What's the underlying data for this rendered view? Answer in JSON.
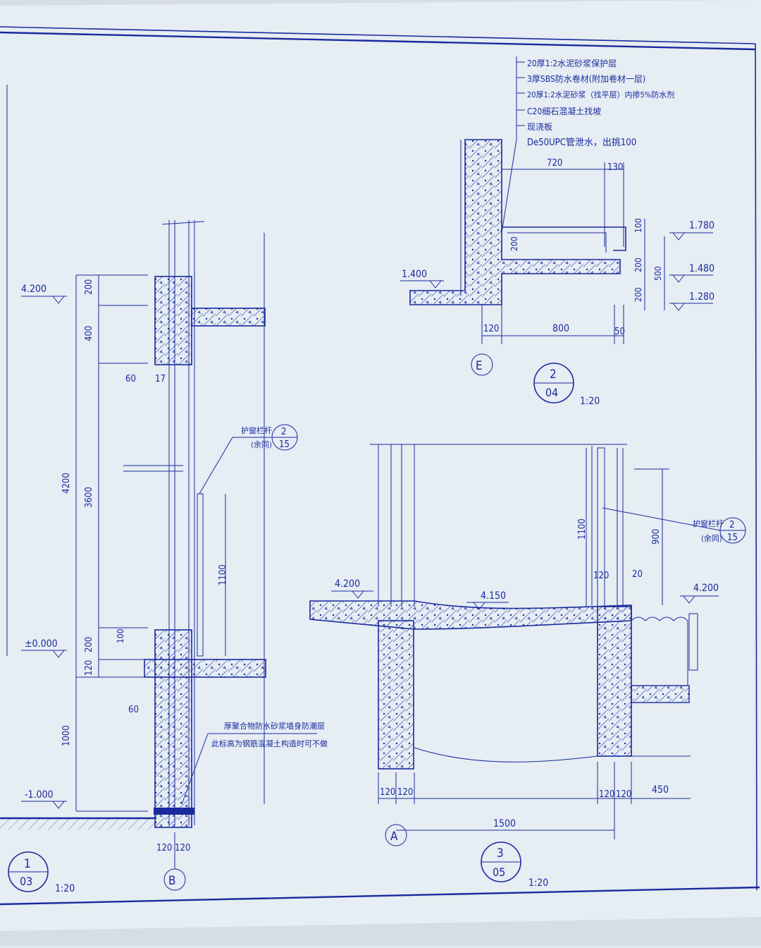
{
  "colors": {
    "paper": "#e8eef4",
    "ink": "#1a2a9e",
    "background": "#d9dfe6"
  },
  "detail1": {
    "elev_top": "4.200",
    "elev_zero": "±0.000",
    "elev_bottom": "-1.000",
    "dims_vertical": [
      "200",
      "400",
      "4200",
      "3600",
      "1100",
      "100",
      "200",
      "120",
      "1000"
    ],
    "dims_small": [
      "60",
      "17",
      "60"
    ],
    "dims_bottom": [
      "120",
      "120"
    ],
    "note_rail": "护窗栏杆",
    "note_rail_sub": "(余同)",
    "ref_top": "2",
    "ref_bottom": "15",
    "note_wp_1": "厚聚合物防水砂浆墙身防潮层",
    "note_wp_2": "此标高为钢筋混凝土构造时可不做",
    "axis": "B",
    "title_top": "1",
    "title_bottom": "03",
    "scale": "1:20"
  },
  "detail2": {
    "layers": [
      "20厚1:2水泥砂浆保护层",
      "3厚SBS防水卷材(附加卷材一层)",
      "20厚1:2水泥砂浆（找平层）内掺5%防水剂",
      "C20细石混凝土找坡",
      "现浇板",
      "De50UPC管泄水，出挑100"
    ],
    "dims_top": [
      "720",
      "130"
    ],
    "dims_right": [
      "100",
      "200",
      "200",
      "500"
    ],
    "dim_inner": "200",
    "elevs": [
      "1.780",
      "1.480",
      "1.280",
      "1.400"
    ],
    "dims_bottom": [
      "120",
      "800",
      "50"
    ],
    "axis": "E",
    "title_top": "2",
    "title_bottom": "04",
    "scale": "1:20"
  },
  "detail3": {
    "dims_vertical": [
      "1100",
      "900"
    ],
    "dims_small": [
      "120",
      "20"
    ],
    "elevs": [
      "4.200",
      "4.150",
      "4.200"
    ],
    "note_rail": "护窗栏杆",
    "note_rail_sub": "(余同)",
    "ref_top": "2",
    "ref_bottom": "15",
    "dims_bottom": [
      "120",
      "120",
      "120",
      "120",
      "450"
    ],
    "dim_total": "1500",
    "axis": "A",
    "title_top": "3",
    "title_bottom": "05",
    "scale": "1:20"
  }
}
